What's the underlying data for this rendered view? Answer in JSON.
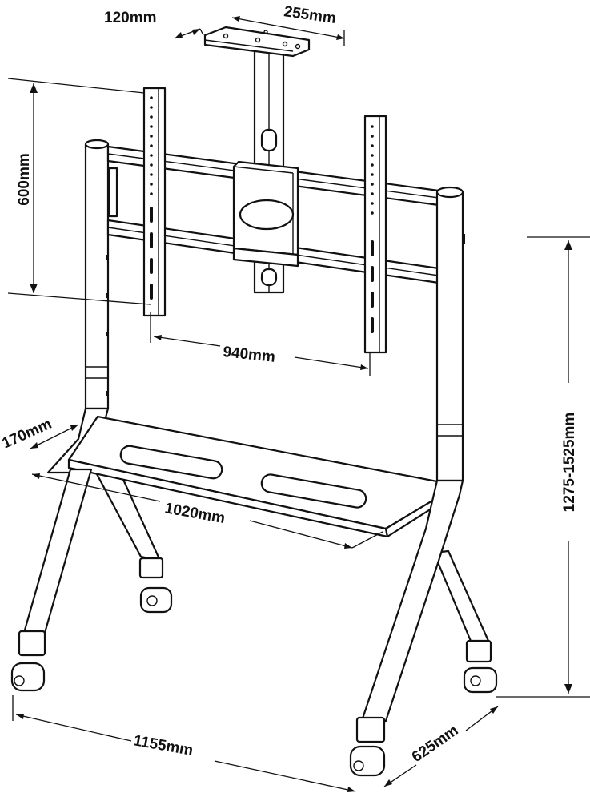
{
  "diagram": {
    "product": "mobile-tv-stand-cart",
    "dimensions": {
      "top_plate_depth": "120mm",
      "top_plate_width": "255mm",
      "vesa_height": "600mm",
      "vesa_width": "940mm",
      "shelf_depth": "170mm",
      "shelf_width": "1020mm",
      "height_range": "1275-1525mm",
      "base_width": "1155mm",
      "base_depth": "625mm"
    },
    "colors": {
      "line": "#111111",
      "background": "#ffffff"
    }
  }
}
